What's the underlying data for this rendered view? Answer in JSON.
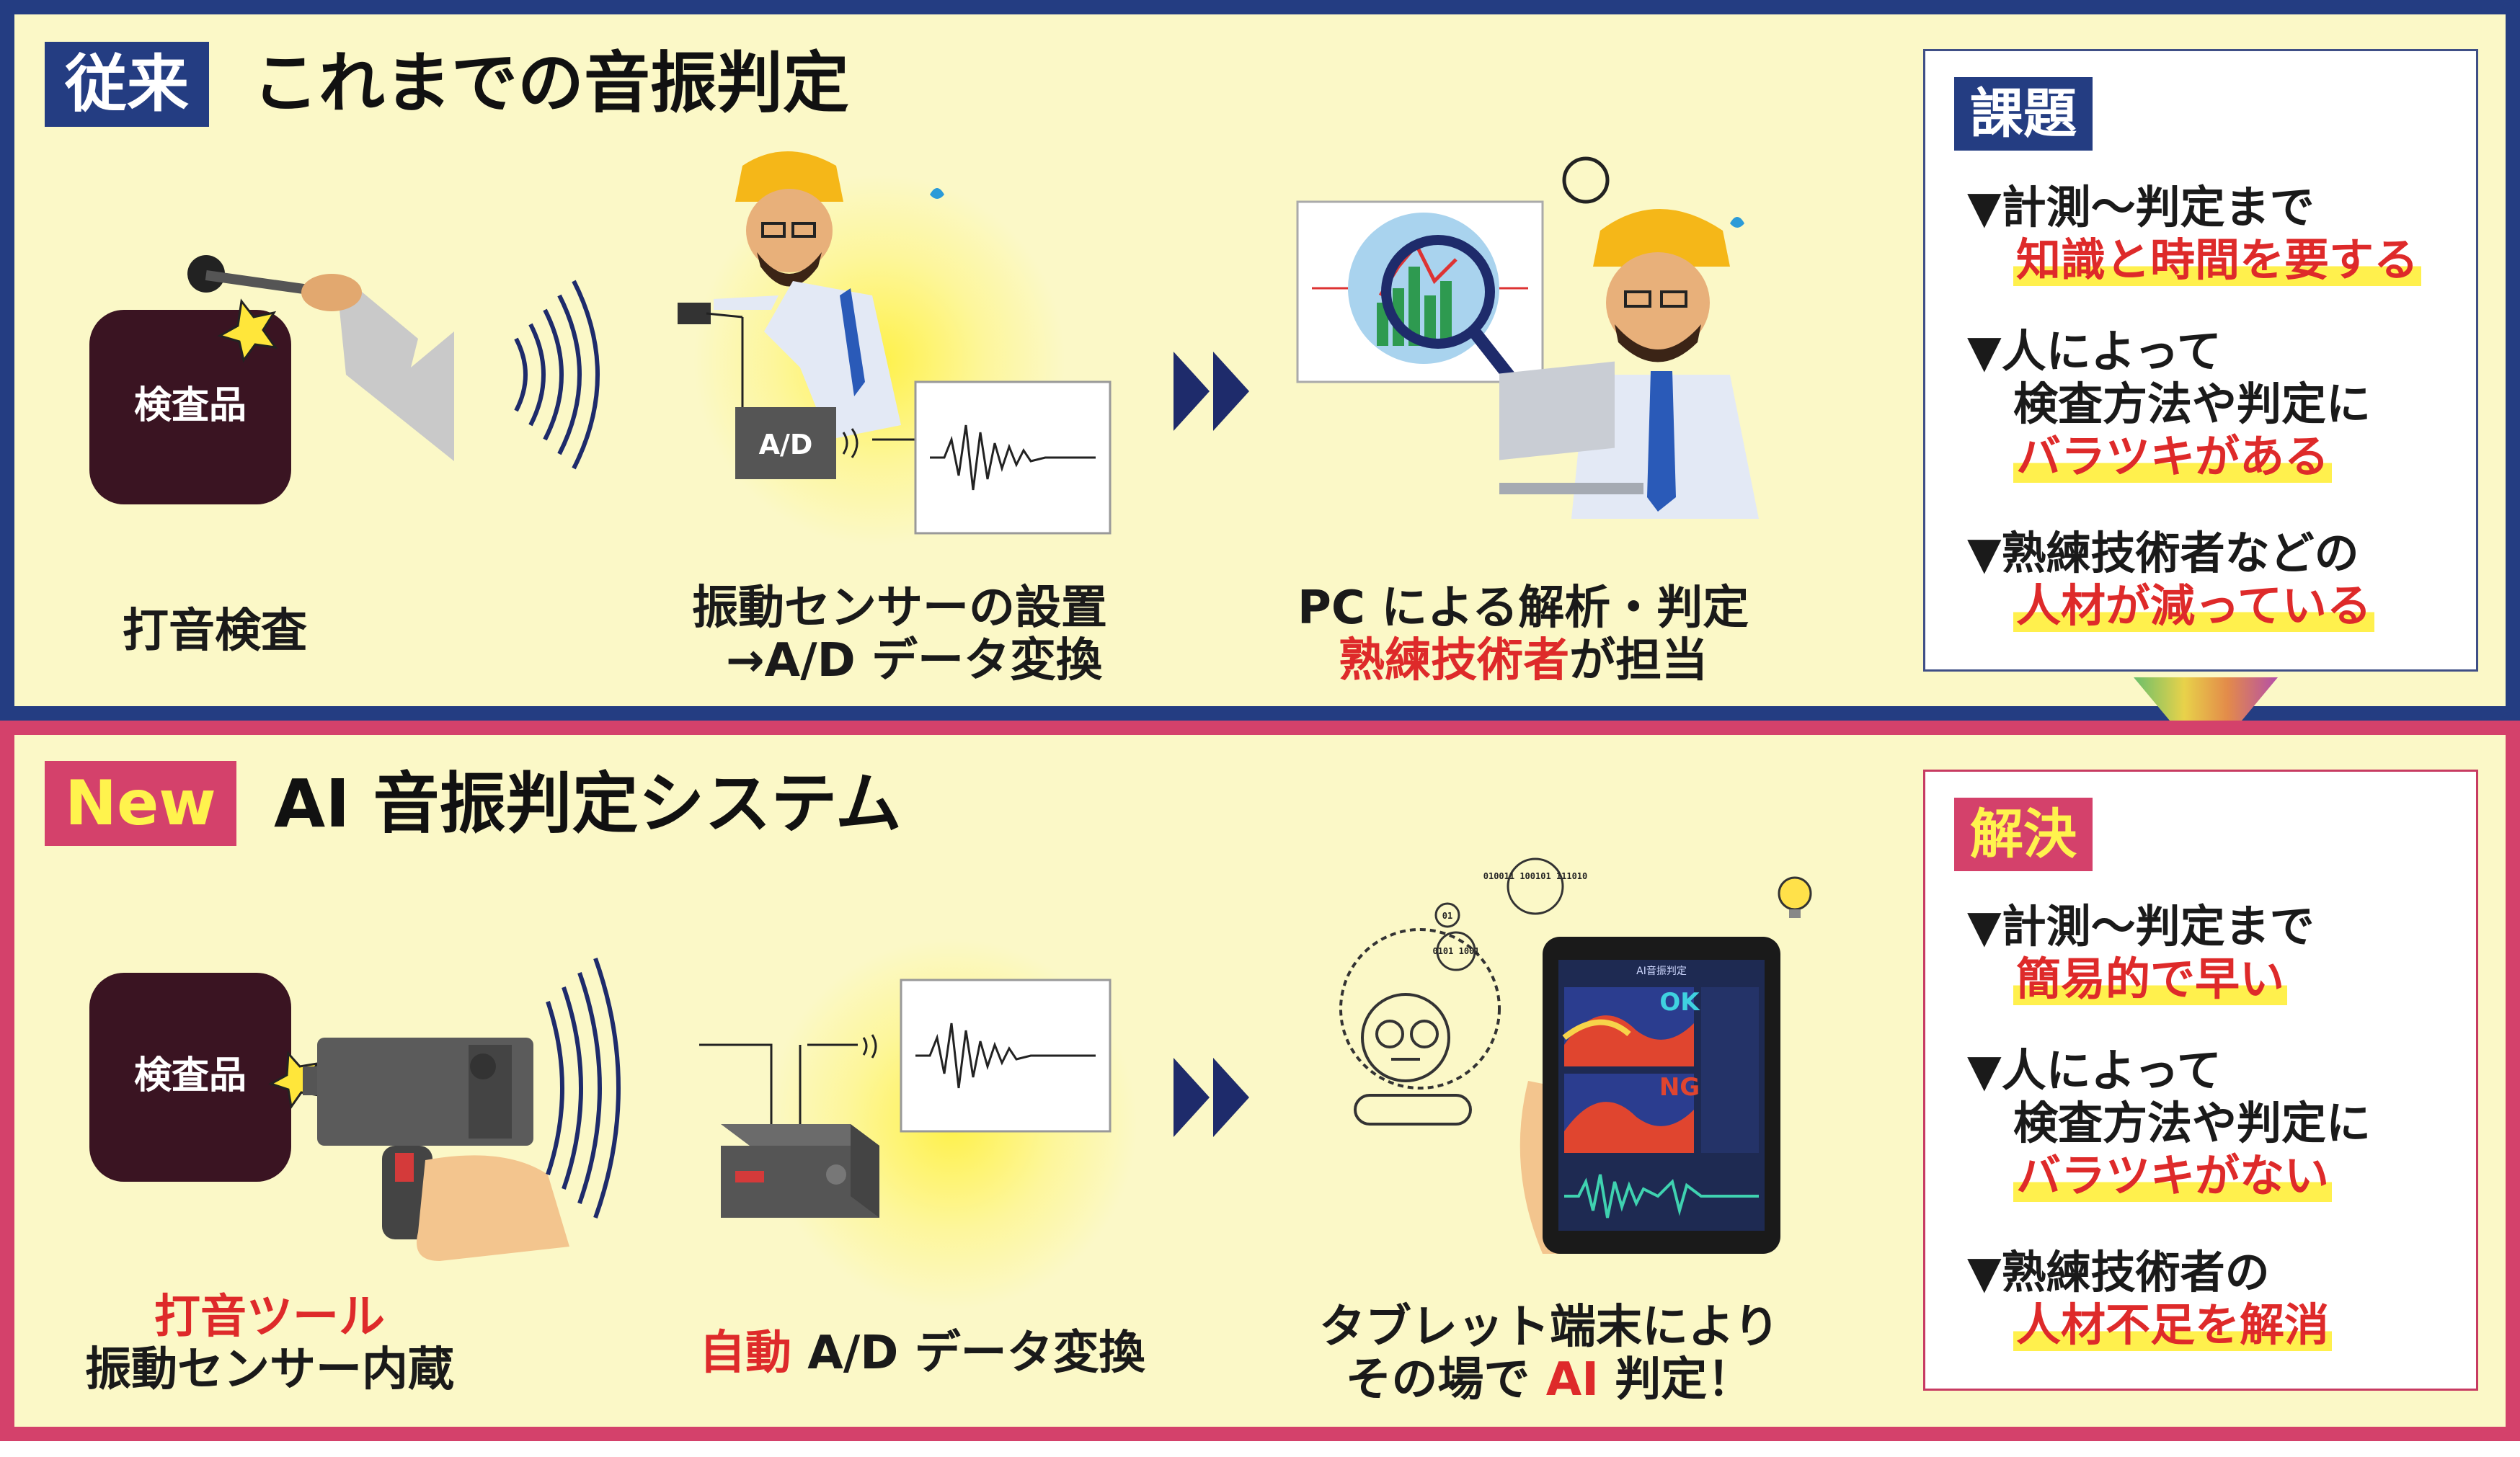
{
  "top": {
    "tag": "従来",
    "title": "これまでの音振判定",
    "product_label": "検査品",
    "ad_label": "A/D",
    "step1_caption": "打音検査",
    "step2_caption_line1": "振動センサーの設置",
    "step2_caption_line2": "→A/D データ変換",
    "step3_caption_line1": "PC による解析・判定",
    "step3_caption_red": "熟練技術者",
    "step3_caption_rest": "が担当"
  },
  "issues": {
    "tag": "課題",
    "items": [
      {
        "line1": "▼計測～判定まで",
        "highlight": "知識と時間を要する"
      },
      {
        "line1": "▼人によって",
        "line2": "検査方法や判定に",
        "highlight": "バラツキがある"
      },
      {
        "line1": "▼熟練技術者などの",
        "highlight": "人材が減っている"
      }
    ]
  },
  "bottom": {
    "tag": "New",
    "title": "AI 音振判定システム",
    "product_label": "検査品",
    "step1_caption_red": "打音ツール",
    "step1_caption_line2": "振動センサー内蔵",
    "step2_caption_red": "自動",
    "step2_caption_rest": " A/D データ変換",
    "step3_caption_line1": "タブレット端末により",
    "step3_caption_pre": "その場で ",
    "step3_caption_red": "AI",
    "step3_caption_post": " 判定！",
    "tablet_ok": "OK",
    "tablet_ng": "NG",
    "tablet_header": "AI音振判定",
    "binary1": "010011 100101 111010",
    "binary2": "01",
    "binary3": "0101 1001"
  },
  "solutions": {
    "tag": "解決",
    "items": [
      {
        "line1": "▼計測～判定まで",
        "highlight": "簡易的で早い"
      },
      {
        "line1": "▼人によって",
        "line2": "検査方法や判定に",
        "highlight": "バラツキがない"
      },
      {
        "line1": "▼熟練技術者の",
        "highlight": "人材不足を解消"
      }
    ]
  },
  "colors": {
    "navy": "#243d82",
    "crimson": "#d4416b",
    "panel_bg": "#fbf8c7",
    "accent_red": "#de2a2a",
    "highlight_yellow": "#fff04d",
    "product_brown": "#3a1422"
  }
}
